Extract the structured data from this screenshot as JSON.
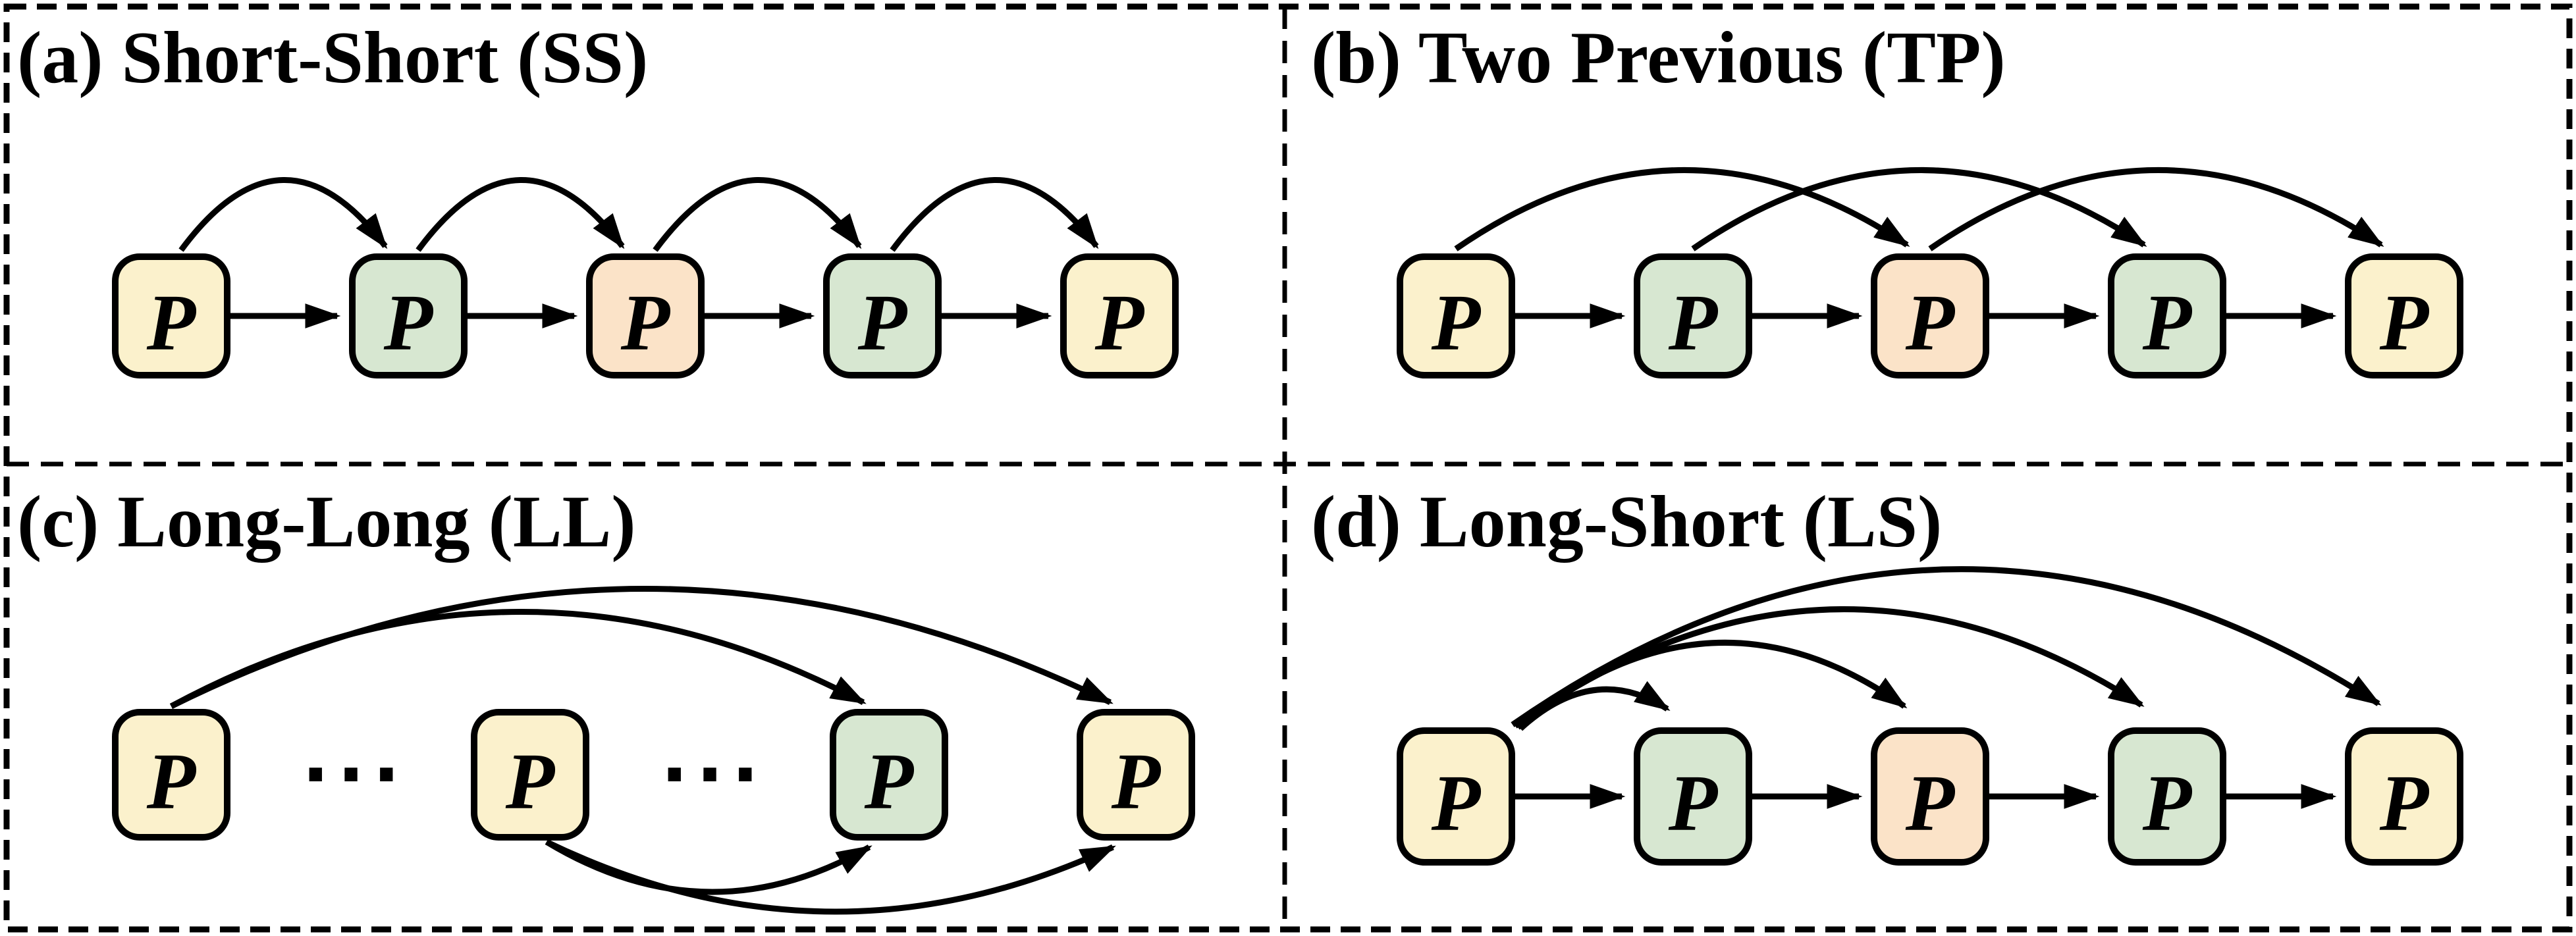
{
  "figure_type": "four-panel chunk propagation pattern diagram",
  "palette": {
    "box_yellow": "#FBF1CC",
    "box_green": "#D7E7D1",
    "box_peach": "#FBE3C8",
    "line": "#000000",
    "background": "#FFFFFF"
  },
  "panels": [
    {
      "key": "a",
      "title": "(a) Short-Short (SS)",
      "abbreviation": "SS",
      "boxes": [
        {
          "label": "P",
          "color": "yellow"
        },
        {
          "label": "P",
          "color": "green"
        },
        {
          "label": "P",
          "color": "peach"
        },
        {
          "label": "P",
          "color": "green"
        },
        {
          "label": "P",
          "color": "yellow"
        }
      ],
      "chain_arrows": [
        [
          1,
          2
        ],
        [
          2,
          3
        ],
        [
          3,
          4
        ],
        [
          4,
          5
        ]
      ],
      "arc_arrows": [
        [
          1,
          2
        ],
        [
          2,
          3
        ],
        [
          3,
          4
        ],
        [
          4,
          5
        ]
      ]
    },
    {
      "key": "b",
      "title": "(b) Two Previous (TP)",
      "abbreviation": "TP",
      "boxes": [
        {
          "label": "P",
          "color": "yellow"
        },
        {
          "label": "P",
          "color": "green"
        },
        {
          "label": "P",
          "color": "peach"
        },
        {
          "label": "P",
          "color": "green"
        },
        {
          "label": "P",
          "color": "yellow"
        }
      ],
      "chain_arrows": [
        [
          1,
          2
        ],
        [
          2,
          3
        ],
        [
          3,
          4
        ],
        [
          4,
          5
        ]
      ],
      "arc_arrows": [
        [
          1,
          3
        ],
        [
          2,
          4
        ],
        [
          3,
          5
        ]
      ]
    },
    {
      "key": "c",
      "title": "(c) Long-Long (LL)",
      "abbreviation": "LL",
      "boxes": [
        {
          "label": "P",
          "color": "yellow"
        },
        {
          "label": "P",
          "color": "yellow"
        },
        {
          "label": "P",
          "color": "green"
        },
        {
          "label": "P",
          "color": "yellow"
        }
      ],
      "ellipsis": "···",
      "chain_arrows": [],
      "arc_arrows_top": [
        [
          1,
          3
        ],
        [
          1,
          4
        ]
      ],
      "arc_arrows_bottom": [
        [
          2,
          3
        ],
        [
          2,
          4
        ]
      ]
    },
    {
      "key": "d",
      "title": "(d) Long-Short (LS)",
      "abbreviation": "LS",
      "boxes": [
        {
          "label": "P",
          "color": "yellow"
        },
        {
          "label": "P",
          "color": "green"
        },
        {
          "label": "P",
          "color": "peach"
        },
        {
          "label": "P",
          "color": "green"
        },
        {
          "label": "P",
          "color": "yellow"
        }
      ],
      "chain_arrows": [
        [
          1,
          2
        ],
        [
          2,
          3
        ],
        [
          3,
          4
        ],
        [
          4,
          5
        ]
      ],
      "arc_arrows": [
        [
          1,
          2
        ],
        [
          1,
          3
        ],
        [
          1,
          4
        ],
        [
          1,
          5
        ]
      ]
    }
  ]
}
